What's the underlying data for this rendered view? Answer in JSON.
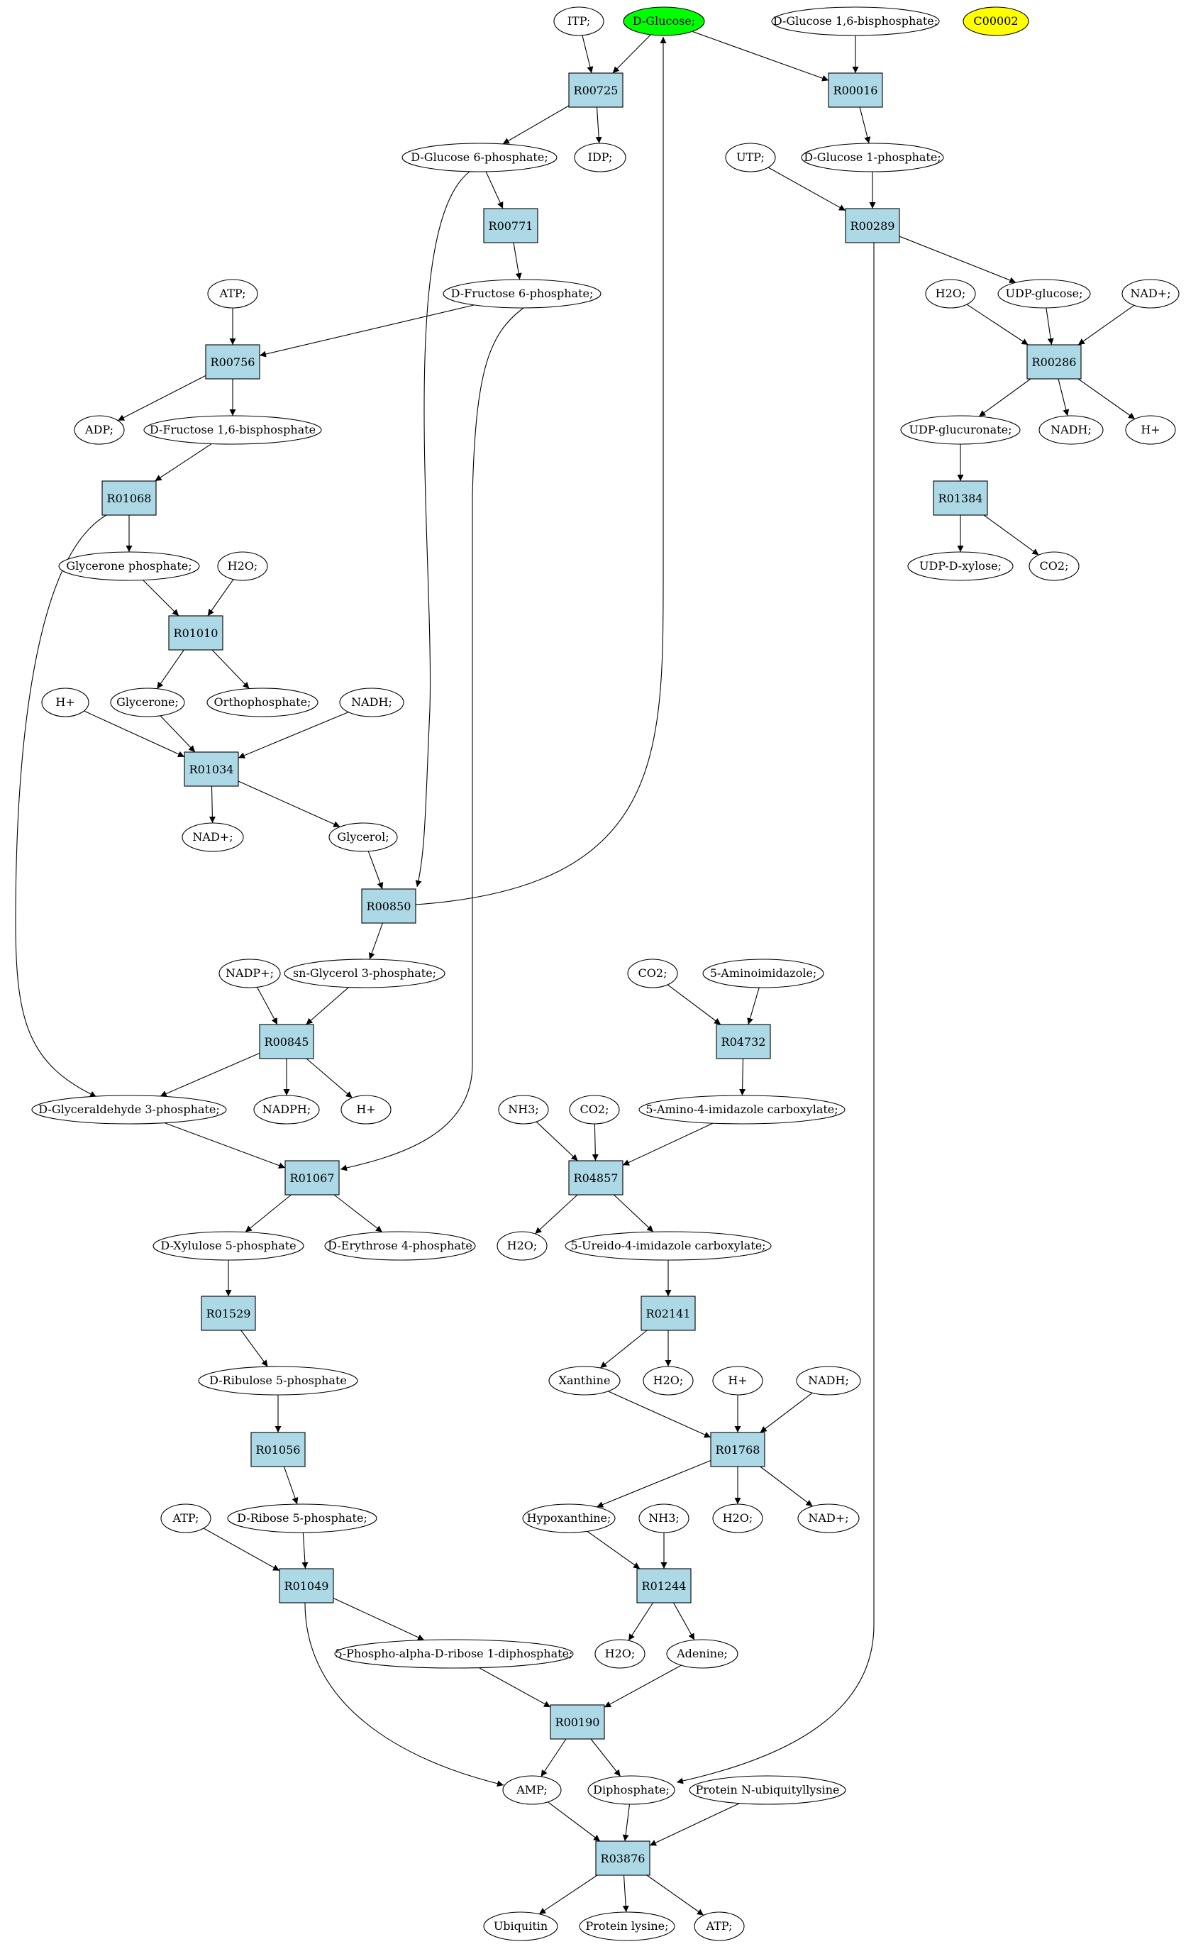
{
  "colors": {
    "reaction_fill": "#add8e6",
    "compound_fill": "#ffffff",
    "highlight_green": "#00ff00",
    "highlight_yellow": "#ffff00",
    "edge": "#000000"
  },
  "reactions": [
    {
      "id": "R00725",
      "label": "R00725"
    },
    {
      "id": "R00016",
      "label": "R00016"
    },
    {
      "id": "R00771",
      "label": "R00771"
    },
    {
      "id": "R00289",
      "label": "R00289"
    },
    {
      "id": "R00756",
      "label": "R00756"
    },
    {
      "id": "R00286",
      "label": "R00286"
    },
    {
      "id": "R01068",
      "label": "R01068"
    },
    {
      "id": "R01384",
      "label": "R01384"
    },
    {
      "id": "R01010",
      "label": "R01010"
    },
    {
      "id": "R01034",
      "label": "R01034"
    },
    {
      "id": "R00850",
      "label": "R00850"
    },
    {
      "id": "R00845",
      "label": "R00845"
    },
    {
      "id": "R04732",
      "label": "R04732"
    },
    {
      "id": "R01067",
      "label": "R01067"
    },
    {
      "id": "R04857",
      "label": "R04857"
    },
    {
      "id": "R01529",
      "label": "R01529"
    },
    {
      "id": "R02141",
      "label": "R02141"
    },
    {
      "id": "R01056",
      "label": "R01056"
    },
    {
      "id": "R01768",
      "label": "R01768"
    },
    {
      "id": "R01049",
      "label": "R01049"
    },
    {
      "id": "R01244",
      "label": "R01244"
    },
    {
      "id": "R00190",
      "label": "R00190"
    },
    {
      "id": "R03876",
      "label": "R03876"
    }
  ],
  "compounds": [
    {
      "id": "itp",
      "label": "ITP;"
    },
    {
      "id": "d-glucose",
      "label": "D-Glucose;",
      "fill": "highlight_green"
    },
    {
      "id": "glc16bp",
      "label": "D-Glucose 1,6-bisphosphate;"
    },
    {
      "id": "c00002",
      "label": "C00002",
      "fill": "highlight_yellow"
    },
    {
      "id": "g6p",
      "label": "D-Glucose 6-phosphate;"
    },
    {
      "id": "idp",
      "label": "IDP;"
    },
    {
      "id": "utp",
      "label": "UTP;"
    },
    {
      "id": "g1p",
      "label": "D-Glucose 1-phosphate;"
    },
    {
      "id": "atp1",
      "label": "ATP;"
    },
    {
      "id": "f6p",
      "label": "D-Fructose 6-phosphate;"
    },
    {
      "id": "h2o-r00286",
      "label": "H2O;"
    },
    {
      "id": "udp-glucose",
      "label": "UDP-glucose;"
    },
    {
      "id": "nad-r00286",
      "label": "NAD+;"
    },
    {
      "id": "adp",
      "label": "ADP;"
    },
    {
      "id": "fbp",
      "label": "D-Fructose 1,6-bisphosphate"
    },
    {
      "id": "udp-glucuronate",
      "label": "UDP-glucuronate;"
    },
    {
      "id": "nadh-r00286",
      "label": "NADH;"
    },
    {
      "id": "h-r00286",
      "label": "H+"
    },
    {
      "id": "dhap",
      "label": "Glycerone phosphate;"
    },
    {
      "id": "h2o-r01010",
      "label": "H2O;"
    },
    {
      "id": "udp-xylose",
      "label": "UDP-D-xylose;"
    },
    {
      "id": "co2-r01384",
      "label": "CO2;"
    },
    {
      "id": "h-r01034",
      "label": "H+"
    },
    {
      "id": "glycerone",
      "label": "Glycerone;"
    },
    {
      "id": "orthophosphate",
      "label": "Orthophosphate;"
    },
    {
      "id": "nadh-r01034",
      "label": "NADH;"
    },
    {
      "id": "nad-r01034",
      "label": "NAD+;"
    },
    {
      "id": "glycerol",
      "label": "Glycerol;"
    },
    {
      "id": "nadp",
      "label": "NADP+;"
    },
    {
      "id": "g3p",
      "label": "sn-Glycerol 3-phosphate;"
    },
    {
      "id": "co2-r04732",
      "label": "CO2;"
    },
    {
      "id": "aminoimidazole",
      "label": "5-Aminoimidazole;"
    },
    {
      "id": "gap",
      "label": "D-Glyceraldehyde 3-phosphate;"
    },
    {
      "id": "nadph",
      "label": "NADPH;"
    },
    {
      "id": "h-r00845",
      "label": "H+"
    },
    {
      "id": "nh3-r04857",
      "label": "NH3;"
    },
    {
      "id": "co2-r04857",
      "label": "CO2;"
    },
    {
      "id": "aic",
      "label": "5-Amino-4-imidazole carboxylate;"
    },
    {
      "id": "xu5p",
      "label": "D-Xylulose 5-phosphate"
    },
    {
      "id": "e4p",
      "label": "D-Erythrose 4-phosphate"
    },
    {
      "id": "h2o-r04857",
      "label": "H2O;"
    },
    {
      "id": "uic",
      "label": "5-Ureido-4-imidazole carboxylate;"
    },
    {
      "id": "ru5p",
      "label": "D-Ribulose 5-phosphate"
    },
    {
      "id": "xanthine",
      "label": "Xanthine"
    },
    {
      "id": "h2o-r02141",
      "label": "H2O;"
    },
    {
      "id": "h-r01768",
      "label": "H+"
    },
    {
      "id": "nadh-r01768",
      "label": "NADH;"
    },
    {
      "id": "atp2",
      "label": "ATP;"
    },
    {
      "id": "r5p",
      "label": "D-Ribose 5-phosphate;"
    },
    {
      "id": "hypoxanthine",
      "label": "Hypoxanthine;"
    },
    {
      "id": "nh3-r01244",
      "label": "NH3;"
    },
    {
      "id": "h2o-r01768",
      "label": "H2O;"
    },
    {
      "id": "nad-r01768",
      "label": "NAD+;"
    },
    {
      "id": "prpp",
      "label": "5-Phospho-alpha-D-ribose 1-diphosphate;"
    },
    {
      "id": "h2o-r01244",
      "label": "H2O;"
    },
    {
      "id": "adenine",
      "label": "Adenine;"
    },
    {
      "id": "amp",
      "label": "AMP;"
    },
    {
      "id": "diphosphate",
      "label": "Diphosphate;"
    },
    {
      "id": "ubq-lysine",
      "label": "Protein N-ubiquityllysine"
    },
    {
      "id": "ubiquitin",
      "label": "Ubiquitin"
    },
    {
      "id": "protein-lysine",
      "label": "Protein lysine;"
    },
    {
      "id": "atp3",
      "label": "ATP;"
    }
  ],
  "edges": [
    {
      "from": "itp",
      "to": "R00725"
    },
    {
      "from": "d-glucose",
      "to": "R00725"
    },
    {
      "from": "R00725",
      "to": "g6p"
    },
    {
      "from": "R00725",
      "to": "idp"
    },
    {
      "from": "d-glucose",
      "to": "R00016"
    },
    {
      "from": "glc16bp",
      "to": "R00016"
    },
    {
      "from": "R00016",
      "to": "g1p"
    },
    {
      "from": "g6p",
      "to": "R00771"
    },
    {
      "from": "R00771",
      "to": "f6p"
    },
    {
      "from": "utp",
      "to": "R00289"
    },
    {
      "from": "g1p",
      "to": "R00289"
    },
    {
      "from": "R00289",
      "to": "udp-glucose"
    },
    {
      "from": "R00289",
      "to": "diphosphate"
    },
    {
      "from": "atp1",
      "to": "R00756"
    },
    {
      "from": "f6p",
      "to": "R00756"
    },
    {
      "from": "R00756",
      "to": "adp"
    },
    {
      "from": "R00756",
      "to": "fbp"
    },
    {
      "from": "h2o-r00286",
      "to": "R00286"
    },
    {
      "from": "udp-glucose",
      "to": "R00286"
    },
    {
      "from": "nad-r00286",
      "to": "R00286"
    },
    {
      "from": "R00286",
      "to": "udp-glucuronate"
    },
    {
      "from": "R00286",
      "to": "nadh-r00286"
    },
    {
      "from": "R00286",
      "to": "h-r00286"
    },
    {
      "from": "fbp",
      "to": "R01068"
    },
    {
      "from": "R01068",
      "to": "dhap"
    },
    {
      "from": "R01068",
      "to": "gap"
    },
    {
      "from": "udp-glucuronate",
      "to": "R01384"
    },
    {
      "from": "R01384",
      "to": "udp-xylose"
    },
    {
      "from": "R01384",
      "to": "co2-r01384"
    },
    {
      "from": "dhap",
      "to": "R01010"
    },
    {
      "from": "h2o-r01010",
      "to": "R01010"
    },
    {
      "from": "R01010",
      "to": "glycerone"
    },
    {
      "from": "R01010",
      "to": "orthophosphate"
    },
    {
      "from": "h-r01034",
      "to": "R01034"
    },
    {
      "from": "glycerone",
      "to": "R01034"
    },
    {
      "from": "nadh-r01034",
      "to": "R01034"
    },
    {
      "from": "R01034",
      "to": "nad-r01034"
    },
    {
      "from": "R01034",
      "to": "glycerol"
    },
    {
      "from": "glycerol",
      "to": "R00850"
    },
    {
      "from": "g6p",
      "to": "R00850"
    },
    {
      "from": "R00850",
      "to": "d-glucose"
    },
    {
      "from": "R00850",
      "to": "g3p"
    },
    {
      "from": "nadp",
      "to": "R00845"
    },
    {
      "from": "g3p",
      "to": "R00845"
    },
    {
      "from": "R00845",
      "to": "gap"
    },
    {
      "from": "R00845",
      "to": "nadph"
    },
    {
      "from": "R00845",
      "to": "h-r00845"
    },
    {
      "from": "co2-r04732",
      "to": "R04732"
    },
    {
      "from": "aminoimidazole",
      "to": "R04732"
    },
    {
      "from": "R04732",
      "to": "aic"
    },
    {
      "from": "gap",
      "to": "R01067"
    },
    {
      "from": "f6p",
      "to": "R01067"
    },
    {
      "from": "R01067",
      "to": "xu5p"
    },
    {
      "from": "R01067",
      "to": "e4p"
    },
    {
      "from": "nh3-r04857",
      "to": "R04857"
    },
    {
      "from": "co2-r04857",
      "to": "R04857"
    },
    {
      "from": "aic",
      "to": "R04857"
    },
    {
      "from": "R04857",
      "to": "h2o-r04857"
    },
    {
      "from": "R04857",
      "to": "uic"
    },
    {
      "from": "xu5p",
      "to": "R01529"
    },
    {
      "from": "R01529",
      "to": "ru5p"
    },
    {
      "from": "uic",
      "to": "R02141"
    },
    {
      "from": "R02141",
      "to": "xanthine"
    },
    {
      "from": "R02141",
      "to": "h2o-r02141"
    },
    {
      "from": "ru5p",
      "to": "R01056"
    },
    {
      "from": "R01056",
      "to": "r5p"
    },
    {
      "from": "xanthine",
      "to": "R01768"
    },
    {
      "from": "h-r01768",
      "to": "R01768"
    },
    {
      "from": "nadh-r01768",
      "to": "R01768"
    },
    {
      "from": "R01768",
      "to": "hypoxanthine"
    },
    {
      "from": "R01768",
      "to": "h2o-r01768"
    },
    {
      "from": "R01768",
      "to": "nad-r01768"
    },
    {
      "from": "atp2",
      "to": "R01049"
    },
    {
      "from": "r5p",
      "to": "R01049"
    },
    {
      "from": "R01049",
      "to": "prpp"
    },
    {
      "from": "R01049",
      "to": "amp"
    },
    {
      "from": "hypoxanthine",
      "to": "R01244"
    },
    {
      "from": "nh3-r01244",
      "to": "R01244"
    },
    {
      "from": "R01244",
      "to": "h2o-r01244"
    },
    {
      "from": "R01244",
      "to": "adenine"
    },
    {
      "from": "prpp",
      "to": "R00190"
    },
    {
      "from": "adenine",
      "to": "R00190"
    },
    {
      "from": "R00190",
      "to": "amp"
    },
    {
      "from": "R00190",
      "to": "diphosphate"
    },
    {
      "from": "amp",
      "to": "R03876"
    },
    {
      "from": "diphosphate",
      "to": "R03876"
    },
    {
      "from": "ubq-lysine",
      "to": "R03876"
    },
    {
      "from": "R03876",
      "to": "ubiquitin"
    },
    {
      "from": "R03876",
      "to": "protein-lysine"
    },
    {
      "from": "R03876",
      "to": "atp3"
    }
  ]
}
